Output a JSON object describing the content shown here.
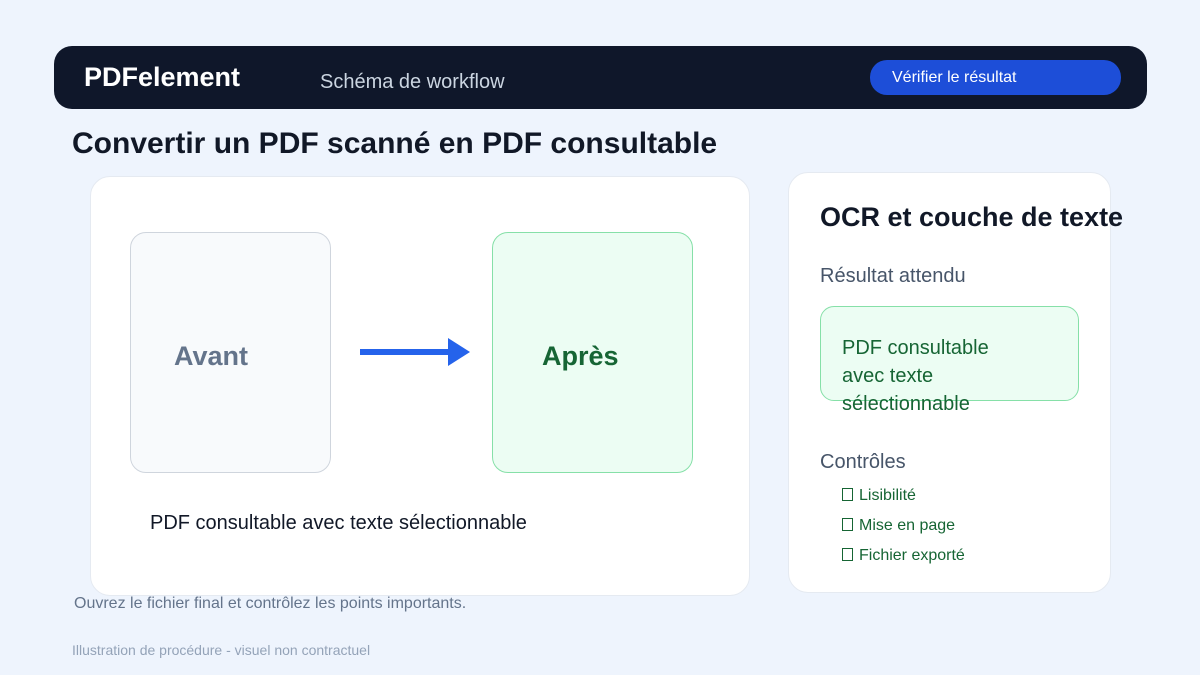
{
  "header": {
    "brand": "PDFelement",
    "subtitle": "Schéma de workflow",
    "verify_button": "Vérifier le résultat"
  },
  "title": "Convertir un PDF scanné en PDF consultable",
  "workflow": {
    "before_label": "Avant",
    "after_label": "Après",
    "arrow_icon": "right-arrow-icon",
    "caption": "PDF consultable avec texte sélectionnable"
  },
  "side_panel": {
    "title": "OCR et couche de texte",
    "expected_label": "Résultat attendu",
    "expected_result": "PDF consultable avec texte sélectionnable",
    "checks_label": "Contrôles",
    "checks": [
      "Lisibilité",
      "Mise en page",
      "Fichier exporté"
    ]
  },
  "footer": {
    "instruction": "Ouvrez le fichier final et contrôlez les points importants.",
    "disclaimer": "Illustration de procédure - visuel non contractuel"
  },
  "colors": {
    "background": "#eef4fd",
    "header": "#0f172a",
    "accent": "#1d4ed8",
    "arrow": "#2563eb",
    "success": "#166534",
    "success_bg": "#ecfdf3"
  }
}
